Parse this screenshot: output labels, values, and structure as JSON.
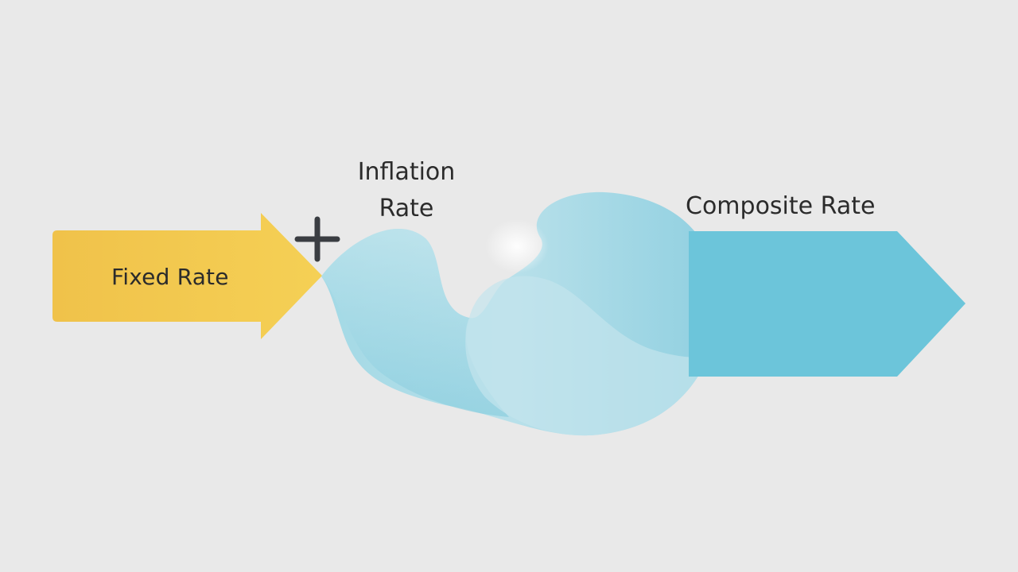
{
  "diagram": {
    "fixed_rate": {
      "label": "Fixed Rate",
      "color": "#f2c74e"
    },
    "operator": {
      "symbol": "plus-icon",
      "color": "#3a3d42"
    },
    "inflation_rate": {
      "label_line1": "Inflation",
      "label_line2": "Rate",
      "color": "#a8dbe6"
    },
    "composite_rate": {
      "label": "Composite Rate",
      "color": "#6cc5da"
    },
    "background_color": "#e9e9e9"
  }
}
